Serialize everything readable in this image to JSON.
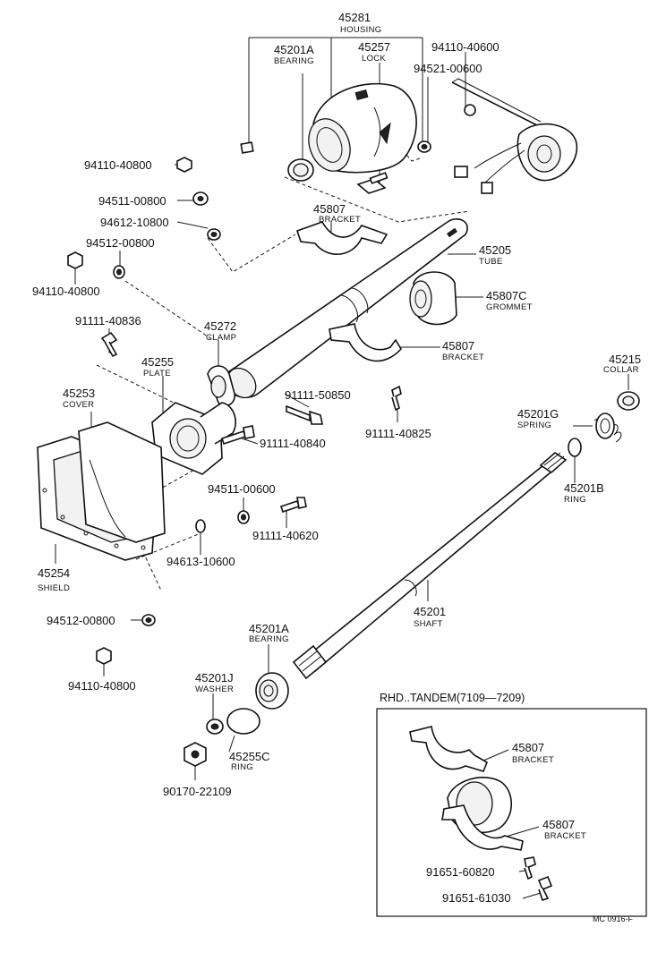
{
  "parts": [
    {
      "number": "45281",
      "caption": "HOUSING"
    },
    {
      "number": "45201A",
      "caption": "BEARING"
    },
    {
      "number": "45257",
      "caption": "LOCK"
    },
    {
      "number": "94110-40600",
      "caption": ""
    },
    {
      "number": "94521-00600",
      "caption": ""
    },
    {
      "number": "94110-40800",
      "caption": ""
    },
    {
      "number": "94511-00800",
      "caption": ""
    },
    {
      "number": "94612-10800",
      "caption": ""
    },
    {
      "number": "94512-00800",
      "caption": ""
    },
    {
      "number": "94110-40800",
      "caption": ""
    },
    {
      "number": "45807",
      "caption": "BRACKET"
    },
    {
      "number": "45205",
      "caption": "TUBE"
    },
    {
      "number": "45807C",
      "caption": "GROMMET"
    },
    {
      "number": "91111-40836",
      "caption": ""
    },
    {
      "number": "45272",
      "caption": "CLAMP"
    },
    {
      "number": "45255",
      "caption": "PLATE"
    },
    {
      "number": "45807",
      "caption": "BRACKET"
    },
    {
      "number": "45253",
      "caption": "COVER"
    },
    {
      "number": "91111-50850",
      "caption": ""
    },
    {
      "number": "91111-40825",
      "caption": ""
    },
    {
      "number": "45215",
      "caption": "COLLAR"
    },
    {
      "number": "45201G",
      "caption": "SPRING"
    },
    {
      "number": "91111-40840",
      "caption": ""
    },
    {
      "number": "45201B",
      "caption": "RING"
    },
    {
      "number": "94511-00600",
      "caption": ""
    },
    {
      "number": "91111-40620",
      "caption": ""
    },
    {
      "number": "94613-10600",
      "caption": ""
    },
    {
      "number": "45254",
      "caption": "SHIELD"
    },
    {
      "number": "45201",
      "caption": "SHAFT"
    },
    {
      "number": "94512-00800",
      "caption": ""
    },
    {
      "number": "45201A",
      "caption": "BEARING"
    },
    {
      "number": "94110-40800",
      "caption": ""
    },
    {
      "number": "45201J",
      "caption": "WASHER"
    },
    {
      "number": "45255C",
      "caption": "RING"
    },
    {
      "number": "90170-22109",
      "caption": ""
    }
  ],
  "inset": {
    "title": "RHD..TANDEM(7109—7209)",
    "parts": [
      {
        "number": "45807",
        "caption": "BRACKET"
      },
      {
        "number": "45807",
        "caption": "BRACKET"
      },
      {
        "number": "91651-60820",
        "caption": ""
      },
      {
        "number": "91651-61030",
        "caption": ""
      }
    ]
  },
  "diagram_code": "MC 0916-F"
}
